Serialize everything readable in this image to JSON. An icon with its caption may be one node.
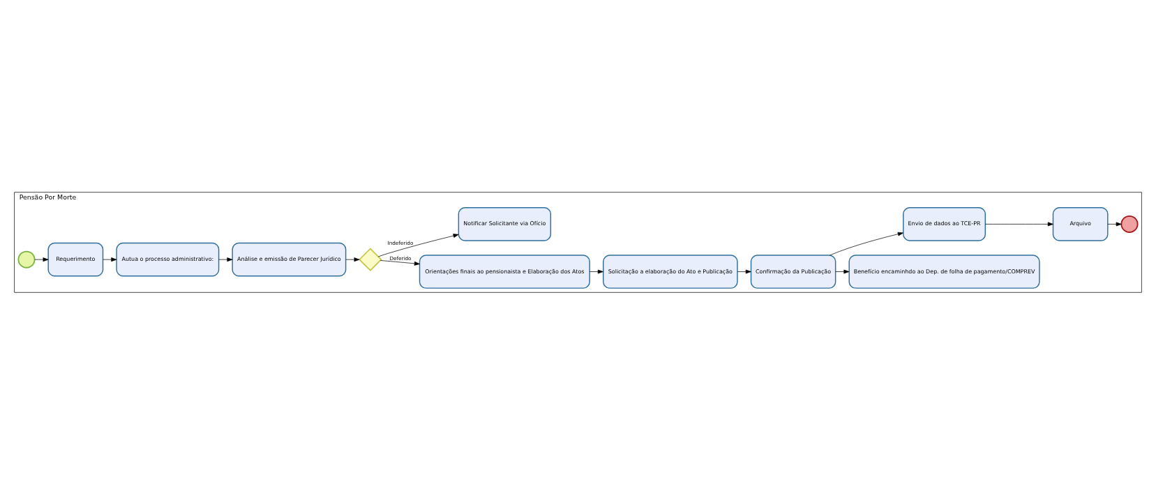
{
  "diagram": {
    "nodes": [
      {
        "text": [
          "Pensão Por Morte"
        ]
      },
      {
        "text": [],
        "shape": "circle",
        "in": 0
      },
      {
        "text": [
          "Requerimento"
        ],
        "in": 0
      },
      {
        "text": [
          "Autua o processo administrativo:"
        ],
        "in": 0
      },
      {
        "text": [
          "Análise e emissão de Parecer Jurídico"
        ],
        "in": 0
      },
      {
        "text": [],
        "shape": "diamond",
        "in": 0
      },
      {
        "text": [
          "Orientações finais ao pensionaista e Elaboração dos Atos"
        ],
        "in": 0
      },
      {
        "text": [
          "Notificar Solicitante via Ofício"
        ],
        "in": 0
      },
      {
        "text": [
          "Solicitação a elaboração do Ato e Publicação"
        ],
        "in": 0
      },
      {
        "text": [
          "Confirmação da Publicação"
        ],
        "in": 0
      },
      {
        "text": [
          "Benefício encaminhdo ao Dep. de folha de pagamento/COMPREV"
        ],
        "in": 0
      },
      {
        "text": [
          "Envio de dados ao TCE-PR"
        ],
        "in": 0
      },
      {
        "text": [
          "Arquivo"
        ],
        "in": 0
      },
      {
        "text": [],
        "shape": "circle",
        "in": 0
      }
    ],
    "edges": [
      {
        "from": 1,
        "to": 2,
        "arrow": "to"
      },
      {
        "from": 2,
        "to": 3,
        "arrow": "to"
      },
      {
        "from": 3,
        "to": 4,
        "arrow": "to"
      },
      {
        "from": 4,
        "to": 5,
        "arrow": "to"
      },
      {
        "from": 5,
        "to": 6,
        "arrow": "to",
        "label": "Deferido"
      },
      {
        "from": 5,
        "to": 7,
        "arrow": "to",
        "label": "Indeferido"
      },
      {
        "from": 6,
        "to": 8,
        "arrow": "to"
      },
      {
        "from": 8,
        "to": 9,
        "arrow": "to"
      },
      {
        "from": 9,
        "to": 10,
        "arrow": "to"
      },
      {
        "from": 9,
        "to": 11,
        "arrow": "to"
      },
      {
        "from": 11,
        "to": 12,
        "arrow": "to"
      },
      {
        "from": 12,
        "to": 13,
        "arrow": "to"
      }
    ]
  }
}
